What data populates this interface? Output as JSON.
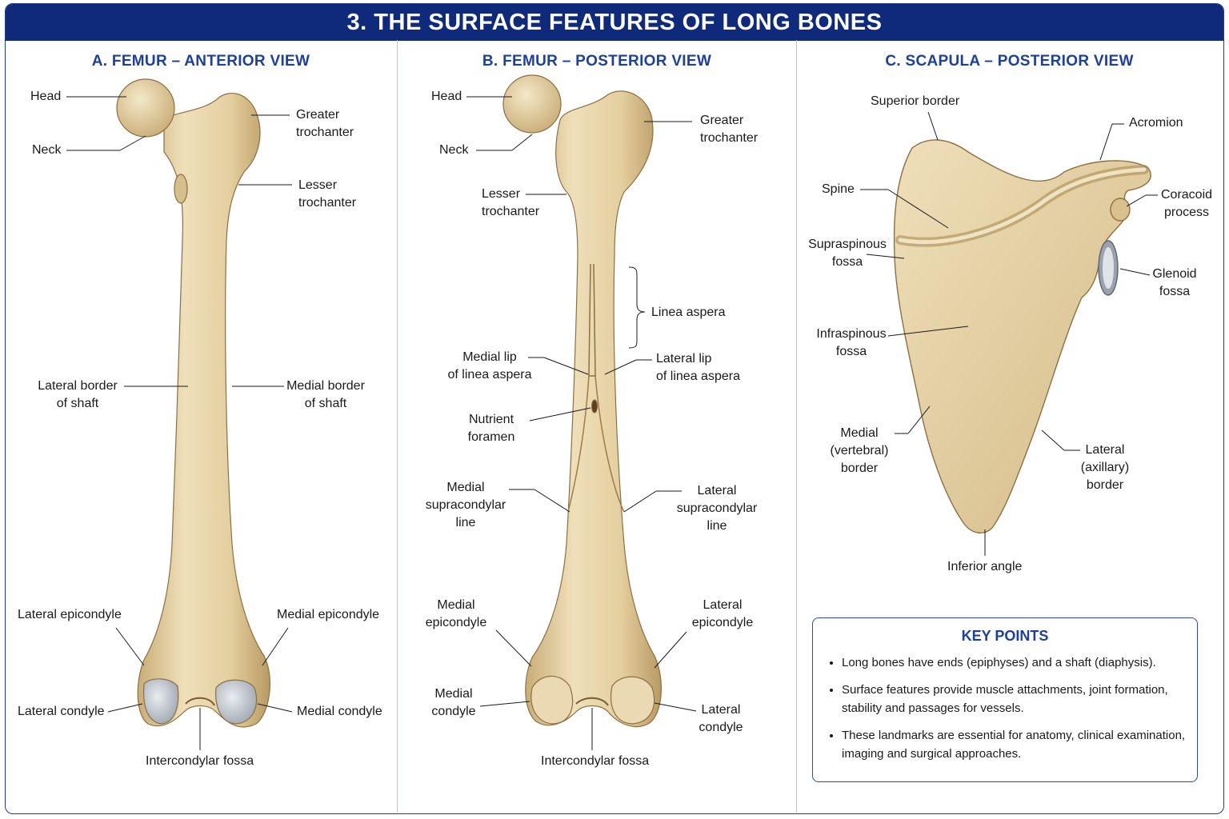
{
  "title": "3. THE SURFACE FEATURES OF LONG BONES",
  "panels": {
    "a": {
      "title": "A. FEMUR – ANTERIOR VIEW",
      "labels": {
        "head": "Head",
        "neck": "Neck",
        "greater_trochanter": "Greater\ntrochanter",
        "lesser_trochanter": "Lesser\ntrochanter",
        "lateral_border": "Lateral border\nof shaft",
        "medial_border": "Medial border\nof shaft",
        "lateral_epicondyle": "Lateral epicondyle",
        "medial_epicondyle": "Medial epicondyle",
        "lateral_condyle": "Lateral condyle",
        "medial_condyle": "Medial condyle",
        "intercondylar_fossa": "Intercondylar fossa"
      }
    },
    "b": {
      "title": "B. FEMUR – POSTERIOR VIEW",
      "labels": {
        "head": "Head",
        "neck": "Neck",
        "greater_trochanter": "Greater\ntrochanter",
        "lesser_trochanter": "Lesser\ntrochanter",
        "linea_aspera": "Linea aspera",
        "medial_lip": "Medial lip\nof linea aspera",
        "lateral_lip": "Lateral lip\nof linea aspera",
        "nutrient_foramen": "Nutrient\nforamen",
        "medial_supracondylar": "Medial\nsupracondylar\nline",
        "lateral_supracondylar": "Lateral\nsupracondylar\nline",
        "medial_epicondyle": "Medial\nepicondyle",
        "lateral_epicondyle": "Lateral\nepicondyle",
        "medial_condyle": "Medial\ncondyle",
        "lateral_condyle": "Lateral\ncondyle",
        "intercondylar_fossa": "Intercondylar fossa"
      }
    },
    "c": {
      "title": "C. SCAPULA – POSTERIOR VIEW",
      "labels": {
        "superior_border": "Superior border",
        "acromion": "Acromion",
        "spine": "Spine",
        "coracoid": "Coracoid\nprocess",
        "supraspinous": "Supraspinous\nfossa",
        "glenoid": "Glenoid\nfossa",
        "infraspinous": "Infraspinous\nfossa",
        "medial_border": "Medial\n(vertebral)\nborder",
        "lateral_border": "Lateral\n(axillary)\nborder",
        "inferior_angle": "Inferior angle"
      }
    }
  },
  "key_points": {
    "title": "KEY POINTS",
    "items": [
      "Long bones have ends (epiphyses) and a shaft (diaphysis).",
      "Surface features provide muscle attachments, joint formation, stability and passages for vessels.",
      "These landmarks are essential for anatomy, clinical examination, imaging and surgical approaches."
    ]
  },
  "colors": {
    "title_bar": "#0f2a7a",
    "panel_title": "#1c3fa3",
    "bone": "#e6d3a8",
    "bone_shade": "#c8ad78",
    "cartilage": "#b9c0c9"
  }
}
